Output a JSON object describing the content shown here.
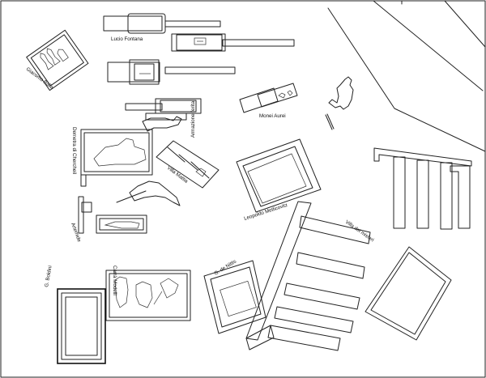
{
  "labels": {
    "lucio_fontana": "Lucio Fontana",
    "giacomo_balla": "Giacomo Balla",
    "armazione_ferita": "Armazione ferita",
    "monei_aurei": "Monei Aurei",
    "demetra_di_chercheil": "Demetra di Chercheil",
    "villa_mattia": "Villa Mattia",
    "leopoldo_metlicovitz": "Leopoldo Metlicovitz",
    "villa_dei_misteri": "Villa dei misteri",
    "artemide": "Artemide",
    "g_de_nittis": "G. de Nittis",
    "carra_modelli": "Carrà Modelli",
    "g_boldini": "G. Boldini"
  }
}
